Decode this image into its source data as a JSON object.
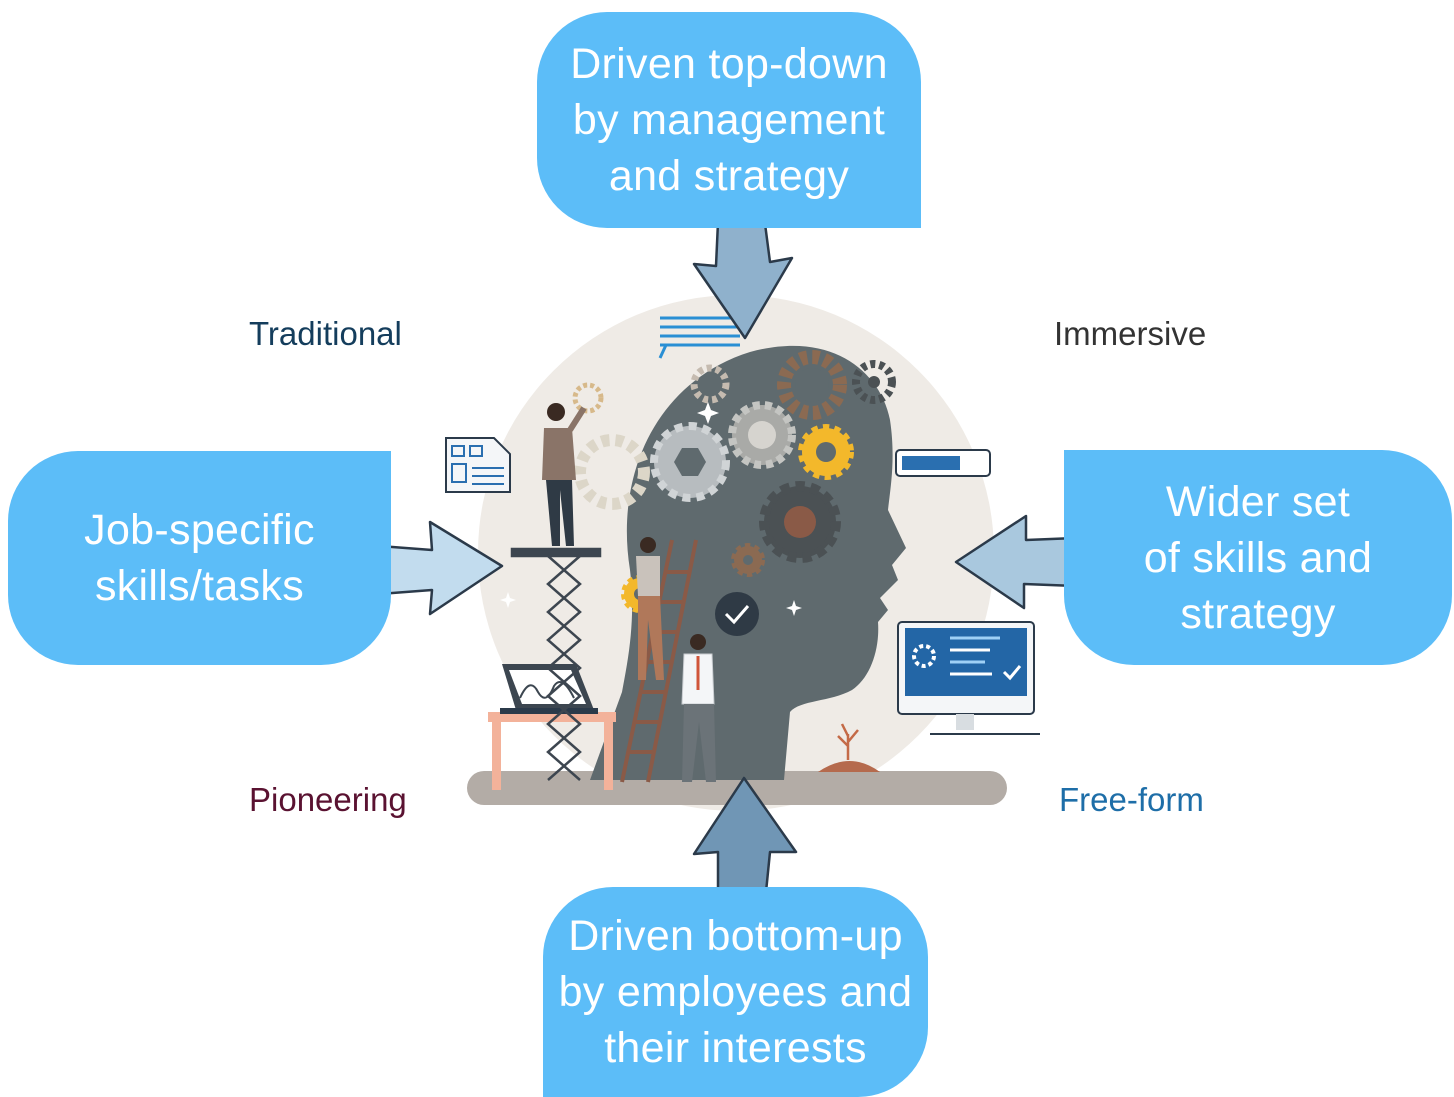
{
  "boxes": {
    "top": "Driven top-down\nby management\nand strategy",
    "left": "Job-specific\nskills/tasks",
    "right": "Wider set\nof skills and\nstrategy",
    "bottom": "Driven bottom-up\nby employees and\ntheir interests"
  },
  "corners": {
    "top_left": "Traditional",
    "top_right": "Immersive",
    "bottom_left": "Pioneering",
    "bottom_right": "Free-form"
  },
  "colors": {
    "box_fill": "#5cbdf8",
    "arrow_top": "#8fb1cc",
    "arrow_left": "#c2dcee",
    "arrow_right": "#a9c8de",
    "arrow_bottom": "#7096b5",
    "head": "#5f6a6e",
    "backdrop": "#efebe6",
    "traditional": "#143d5c",
    "immersive": "#333333",
    "pioneering": "#5a1231",
    "free_form": "#1e6ea8"
  },
  "icons": [
    "head-with-gears-illustration",
    "document-icon",
    "speech-lines-icon",
    "progress-bar-icon",
    "monitor-icon",
    "laptop-icon",
    "check-bubble-icon"
  ]
}
